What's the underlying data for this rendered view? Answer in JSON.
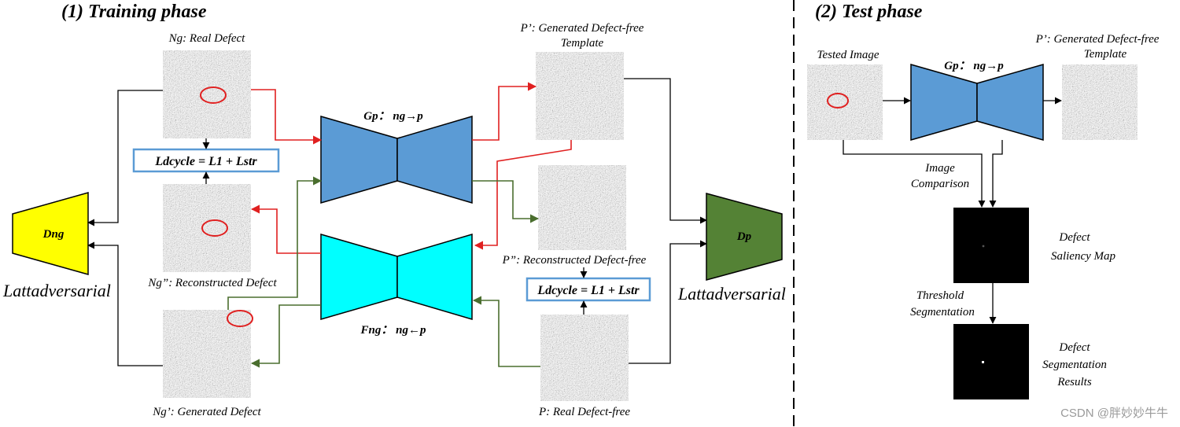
{
  "training": {
    "title": "(1) Training phase",
    "ng_real": "Ng: Real Defect",
    "ng_reconstructed": "Ng”: Reconstructed  Defect",
    "ng_generated": "Ng’: Generated Defect",
    "p_generated_line1": "P’: Generated Defect-free",
    "p_generated_line2": "Template",
    "p_reconstructed": "P”: Reconstructed  Defect-free",
    "p_real": "P: Real  Defect-free",
    "gen_gp": "Gp： ng→p",
    "gen_fng": "Fng： ng←p",
    "disc_dng": "Dng",
    "disc_dp": "Dp",
    "loss_dcycle": "Ldcycle = L1 + Lstr",
    "l_adv": "Lattadversarial"
  },
  "test": {
    "title": "(2) Test phase",
    "tested_image": "Tested  Image",
    "gen_gp": "Gp： ng→p",
    "p_generated_line1": "P’: Generated Defect-free",
    "p_generated_line2": "Template",
    "comparison_line1": "Image",
    "comparison_line2": "Comparison",
    "saliency_line1": "Defect",
    "saliency_line2": "Saliency Map",
    "threshold_line1": "Threshold",
    "threshold_line2": "Segmentation",
    "results_line1": "Defect",
    "results_line2": "Segmentation",
    "results_line3": "Results"
  },
  "watermark": "CSDN @胖妙妙牛牛",
  "colors": {
    "generator_blue": "#5b9bd5",
    "generator_cyan": "#00ffff",
    "disc_yellow": "#ffff00",
    "disc_green": "#548235",
    "arrow_red": "#e02020",
    "arrow_green": "#4a6e2e",
    "loss_box": "#5b9bd5"
  }
}
